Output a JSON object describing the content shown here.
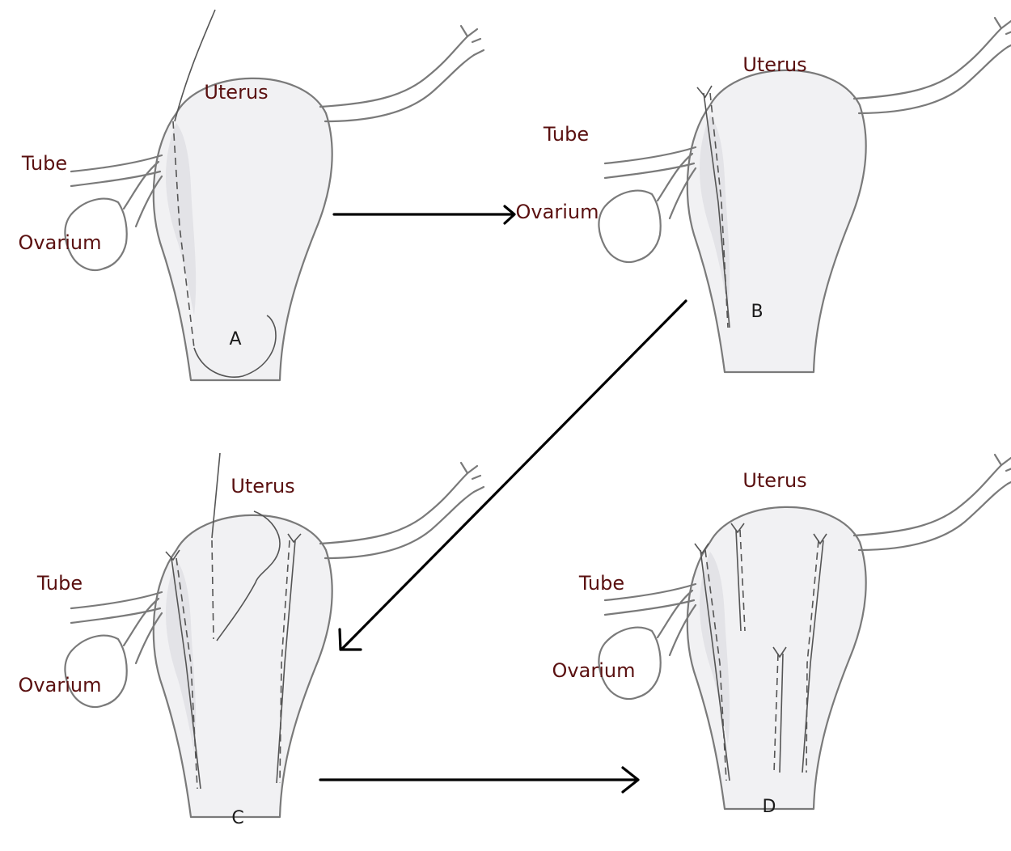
{
  "panels": [
    {
      "id": "A",
      "letter": "A",
      "uterus": "Uterus",
      "tube": "Tube",
      "ovarium": "Ovarium"
    },
    {
      "id": "B",
      "letter": "B",
      "uterus": "Uterus",
      "tube": "Tube",
      "ovarium": "Ovarium"
    },
    {
      "id": "C",
      "letter": "C",
      "uterus": "Uterus",
      "tube": "Tube",
      "ovarium": "Ovarium"
    },
    {
      "id": "D",
      "letter": "D",
      "uterus": "Uterus",
      "tube": "Tube",
      "ovarium": "Ovarium"
    }
  ],
  "colors": {
    "label": "#5a1010",
    "outline": "#7a7a7a",
    "arrow": "#000000"
  }
}
